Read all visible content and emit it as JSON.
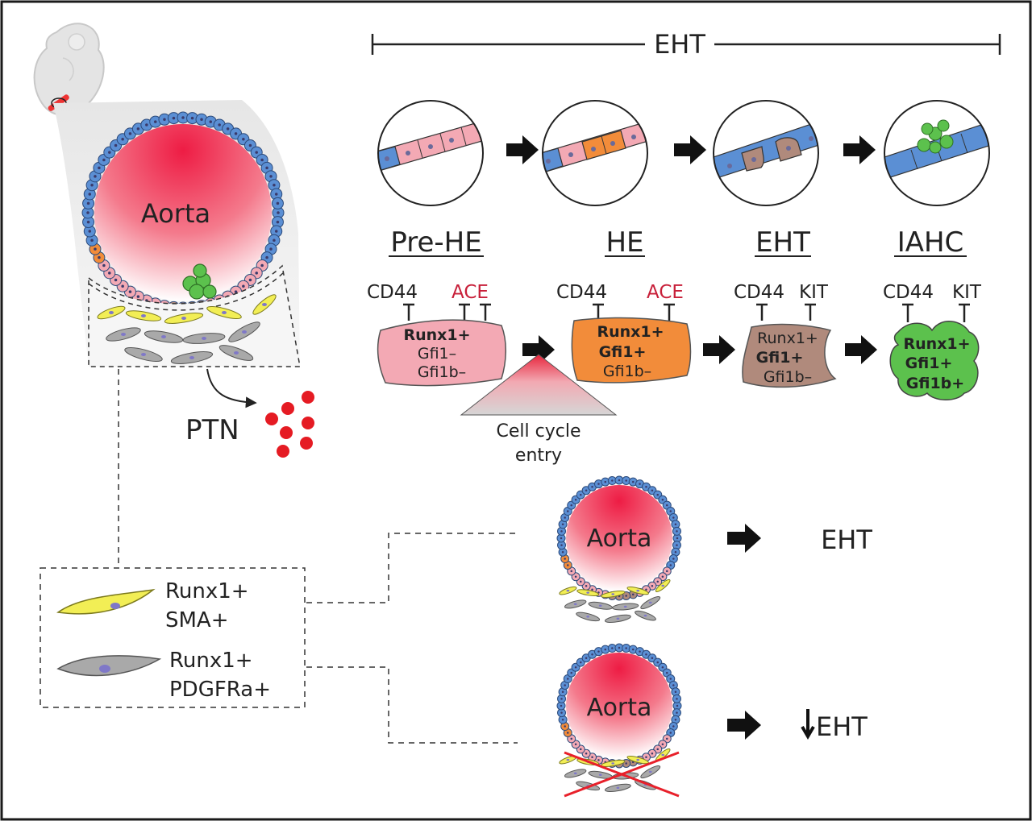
{
  "timeline": {
    "label": "EHT"
  },
  "left_panel": {
    "aorta_label": "Aorta",
    "secreted_factor": "PTN"
  },
  "stages": [
    {
      "title": "Pre-HE",
      "marker_left": "CD44",
      "marker_right": "ACE",
      "tf1": "Runx1+",
      "tf2": "Gfi1–",
      "tf3": "Gfi1b–"
    },
    {
      "title": "HE",
      "marker_left": "CD44",
      "marker_right": "ACE",
      "tf1": "Runx1+",
      "tf2": "Gfi1+",
      "tf3": "Gfi1b–"
    },
    {
      "title": "EHT",
      "marker_left": "CD44",
      "marker_right": "KIT",
      "tf1": "Runx1+",
      "tf2": "Gfi1+",
      "tf3": "Gfi1b–"
    },
    {
      "title": "IAHC",
      "marker_left": "CD44",
      "marker_right": "KIT",
      "tf1": "Runx1+",
      "tf2": "Gfi1+",
      "tf3": "Gfi1b+"
    }
  ],
  "cell_cycle": {
    "line1": "Cell cycle",
    "line2": "entry"
  },
  "legend": [
    {
      "line1": "Runx1+",
      "line2": "SMA+"
    },
    {
      "line1": "Runx1+",
      "line2": "PDGFRa+"
    }
  ],
  "outcomes": [
    {
      "aorta_label": "Aorta",
      "result": "EHT"
    },
    {
      "aorta_label": "Aorta",
      "result": "EHT"
    }
  ],
  "colors": {
    "ace_label": "#c8203a",
    "endothelial": "#5b8fd4",
    "pre_he": "#f3a9b4",
    "he": "#f28c3a",
    "eht": "#b08a7c",
    "iahc": "#5cc14d",
    "sma_cell": "#f2ee55",
    "pdgfra_cell": "#a9a9a9",
    "ptn_dot": "#e51b23",
    "aorta_core": "#ef2b50"
  }
}
